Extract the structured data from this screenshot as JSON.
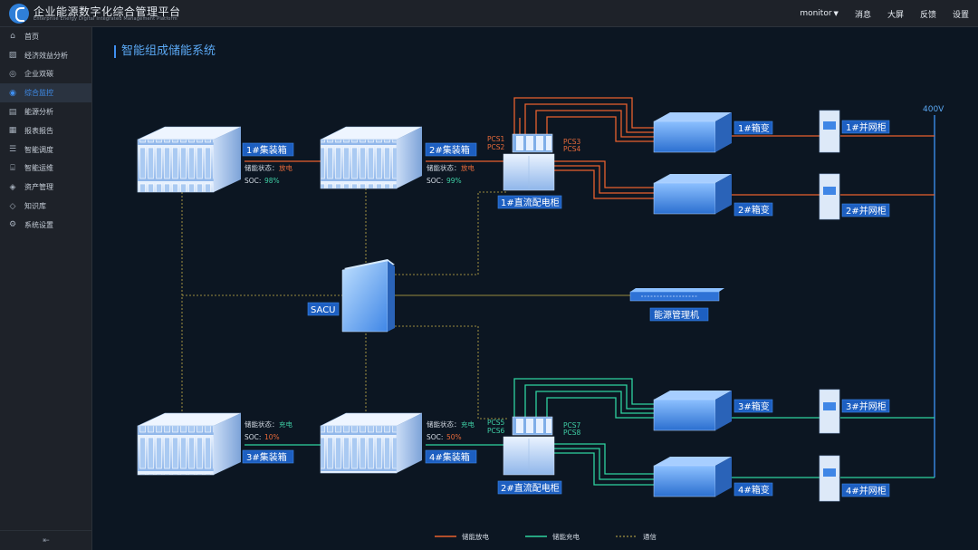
{
  "app": {
    "title_cn": "企业能源数字化综合管理平台",
    "title_en": "Enterprise Energy Digital Integrated Management Platform"
  },
  "topnav": {
    "user": "monitor",
    "messages": "消息",
    "bigscreen": "大屏",
    "feedback": "反馈",
    "settings": "设置"
  },
  "sidebar": {
    "items": [
      {
        "label": "首页",
        "icon": "home-icon"
      },
      {
        "label": "经济效益分析",
        "icon": "chart-icon"
      },
      {
        "label": "企业双碳",
        "icon": "co2-icon"
      },
      {
        "label": "综合监控",
        "icon": "monitor-icon",
        "active": true
      },
      {
        "label": "能源分析",
        "icon": "analysis-icon"
      },
      {
        "label": "报表报告",
        "icon": "report-icon"
      },
      {
        "label": "智能调度",
        "icon": "dispatch-icon"
      },
      {
        "label": "智能运维",
        "icon": "maintenance-icon"
      },
      {
        "label": "资产管理",
        "icon": "asset-icon"
      },
      {
        "label": "知识库",
        "icon": "knowledge-icon"
      },
      {
        "label": "系统设置",
        "icon": "gear-icon"
      }
    ]
  },
  "page": {
    "title": "智能组成储能系统"
  },
  "containers": {
    "c1": {
      "name": "1#集装箱",
      "status_label": "储能状态：",
      "status": "放电",
      "soc_label": "SOC:",
      "soc": "98%"
    },
    "c2": {
      "name": "2#集装箱",
      "status_label": "储能状态：",
      "status": "放电",
      "soc_label": "SOC:",
      "soc": "99%"
    },
    "c3": {
      "name": "3#集装箱",
      "status_label": "储能状态：",
      "status": "充电",
      "soc_label": "SOC:",
      "soc": "10%"
    },
    "c4": {
      "name": "4#集装箱",
      "status_label": "储能状态：",
      "status": "充电",
      "soc_label": "SOC:",
      "soc": "50%"
    }
  },
  "dc_cabinets": {
    "d1": "1#直流配电柜",
    "d2": "2#直流配电柜"
  },
  "pcs": {
    "p1": "PCS1",
    "p2": "PCS2",
    "p3": "PCS3",
    "p4": "PCS4",
    "p5": "PCS5",
    "p6": "PCS6",
    "p7": "PCS7",
    "p8": "PCS8"
  },
  "transformers": {
    "t1": "1#箱变",
    "t2": "2#箱变",
    "t3": "3#箱变",
    "t4": "4#箱变"
  },
  "grid_cabinets": {
    "g1": "1#并网柜",
    "g2": "2#并网柜",
    "g3": "3#并网柜",
    "g4": "4#并网柜"
  },
  "bus": {
    "voltage": "400V"
  },
  "sacu": {
    "label": "SACU"
  },
  "ems": {
    "label": "能源管理机"
  },
  "legend": {
    "discharge": "储能放电",
    "charge": "储能充电",
    "comm": "通信"
  },
  "colors": {
    "discharge": "#e8612e",
    "charge": "#2ed3a0",
    "comm": "#c9b24a",
    "bus": "#3b8ce8",
    "accent": "#3f8ff0"
  }
}
